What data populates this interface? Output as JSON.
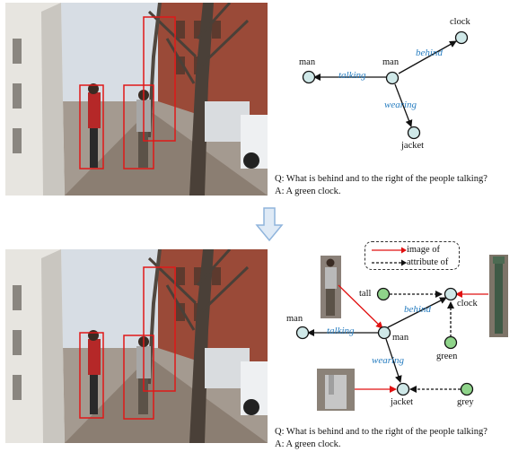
{
  "top": {
    "graph": {
      "nodes": {
        "man_left": "man",
        "man_center": "man",
        "clock": "clock",
        "jacket": "jacket"
      },
      "edges": {
        "talking": "talking",
        "behind": "behind",
        "wearing": "wearing"
      }
    },
    "qa": {
      "question": "Q: What is behind and to the right of the people talking?",
      "answer": "A: A green clock."
    }
  },
  "bottom": {
    "legend": {
      "image_of": "image of",
      "attribute_of": "attribute of"
    },
    "graph": {
      "nodes": {
        "man_left": "man",
        "man_center": "man",
        "clock": "clock",
        "jacket": "jacket",
        "tall": "tall",
        "green": "green",
        "grey": "grey"
      },
      "edges": {
        "talking": "talking",
        "behind": "behind",
        "wearing": "wearing"
      }
    },
    "qa": {
      "question": "Q: What is behind and to the right of the people talking?",
      "answer": "A: A green clock."
    }
  },
  "colors": {
    "node_fill": "#cfe8e8",
    "attr_fill": "#8fd48a",
    "edge_label": "#2a7fc1",
    "image_of_arrow": "#e01010",
    "bbox": "#e01818",
    "down_arrow": "#8fb4dc"
  }
}
